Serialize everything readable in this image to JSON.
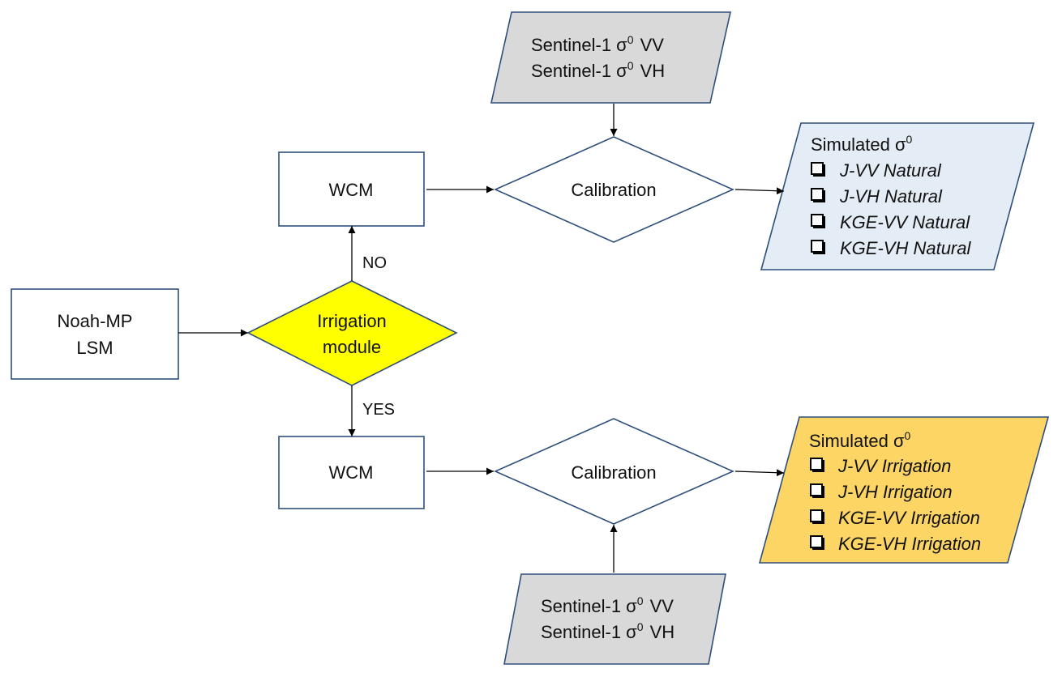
{
  "colors": {
    "stroke": "#2e4f7d",
    "yellow_diamond": "#ffff00",
    "sentinel_fill": "#d9d9d9",
    "natural_fill": "#e4edf5",
    "irrigation_fill": "#fdd565"
  },
  "nodes": {
    "noah": [
      "Noah-MP",
      "LSM"
    ],
    "irrigation": [
      "Irrigation",
      "module"
    ],
    "wcm_top": "WCM",
    "wcm_bottom": "WCM",
    "cal_top": "Calibration",
    "cal_bottom": "Calibration",
    "sentinel_top": {
      "vv": "Sentinel-1 σ",
      "vv_sup": "0",
      "vv_pol": "VV",
      "vh": "Sentinel-1 σ",
      "vh_sup": "0",
      "vh_pol": "VH"
    },
    "sentinel_bottom": {
      "vv": "Sentinel-1 σ",
      "vv_sup": "0",
      "vv_pol": "VV",
      "vh": "Sentinel-1 σ",
      "vh_sup": "0",
      "vh_pol": "VH"
    },
    "out_natural": {
      "title": "Simulated σ",
      "title_sup": "0",
      "items": [
        "J-VV Natural",
        "J-VH Natural",
        "KGE-VV Natural",
        "KGE-VH Natural"
      ]
    },
    "out_irrigation": {
      "title": "Simulated σ",
      "title_sup": "0",
      "items": [
        "J-VV Irrigation",
        "J-VH Irrigation",
        "KGE-VV Irrigation",
        "KGE-VH Irrigation"
      ]
    }
  },
  "edges": {
    "no": "NO",
    "yes": "YES"
  }
}
